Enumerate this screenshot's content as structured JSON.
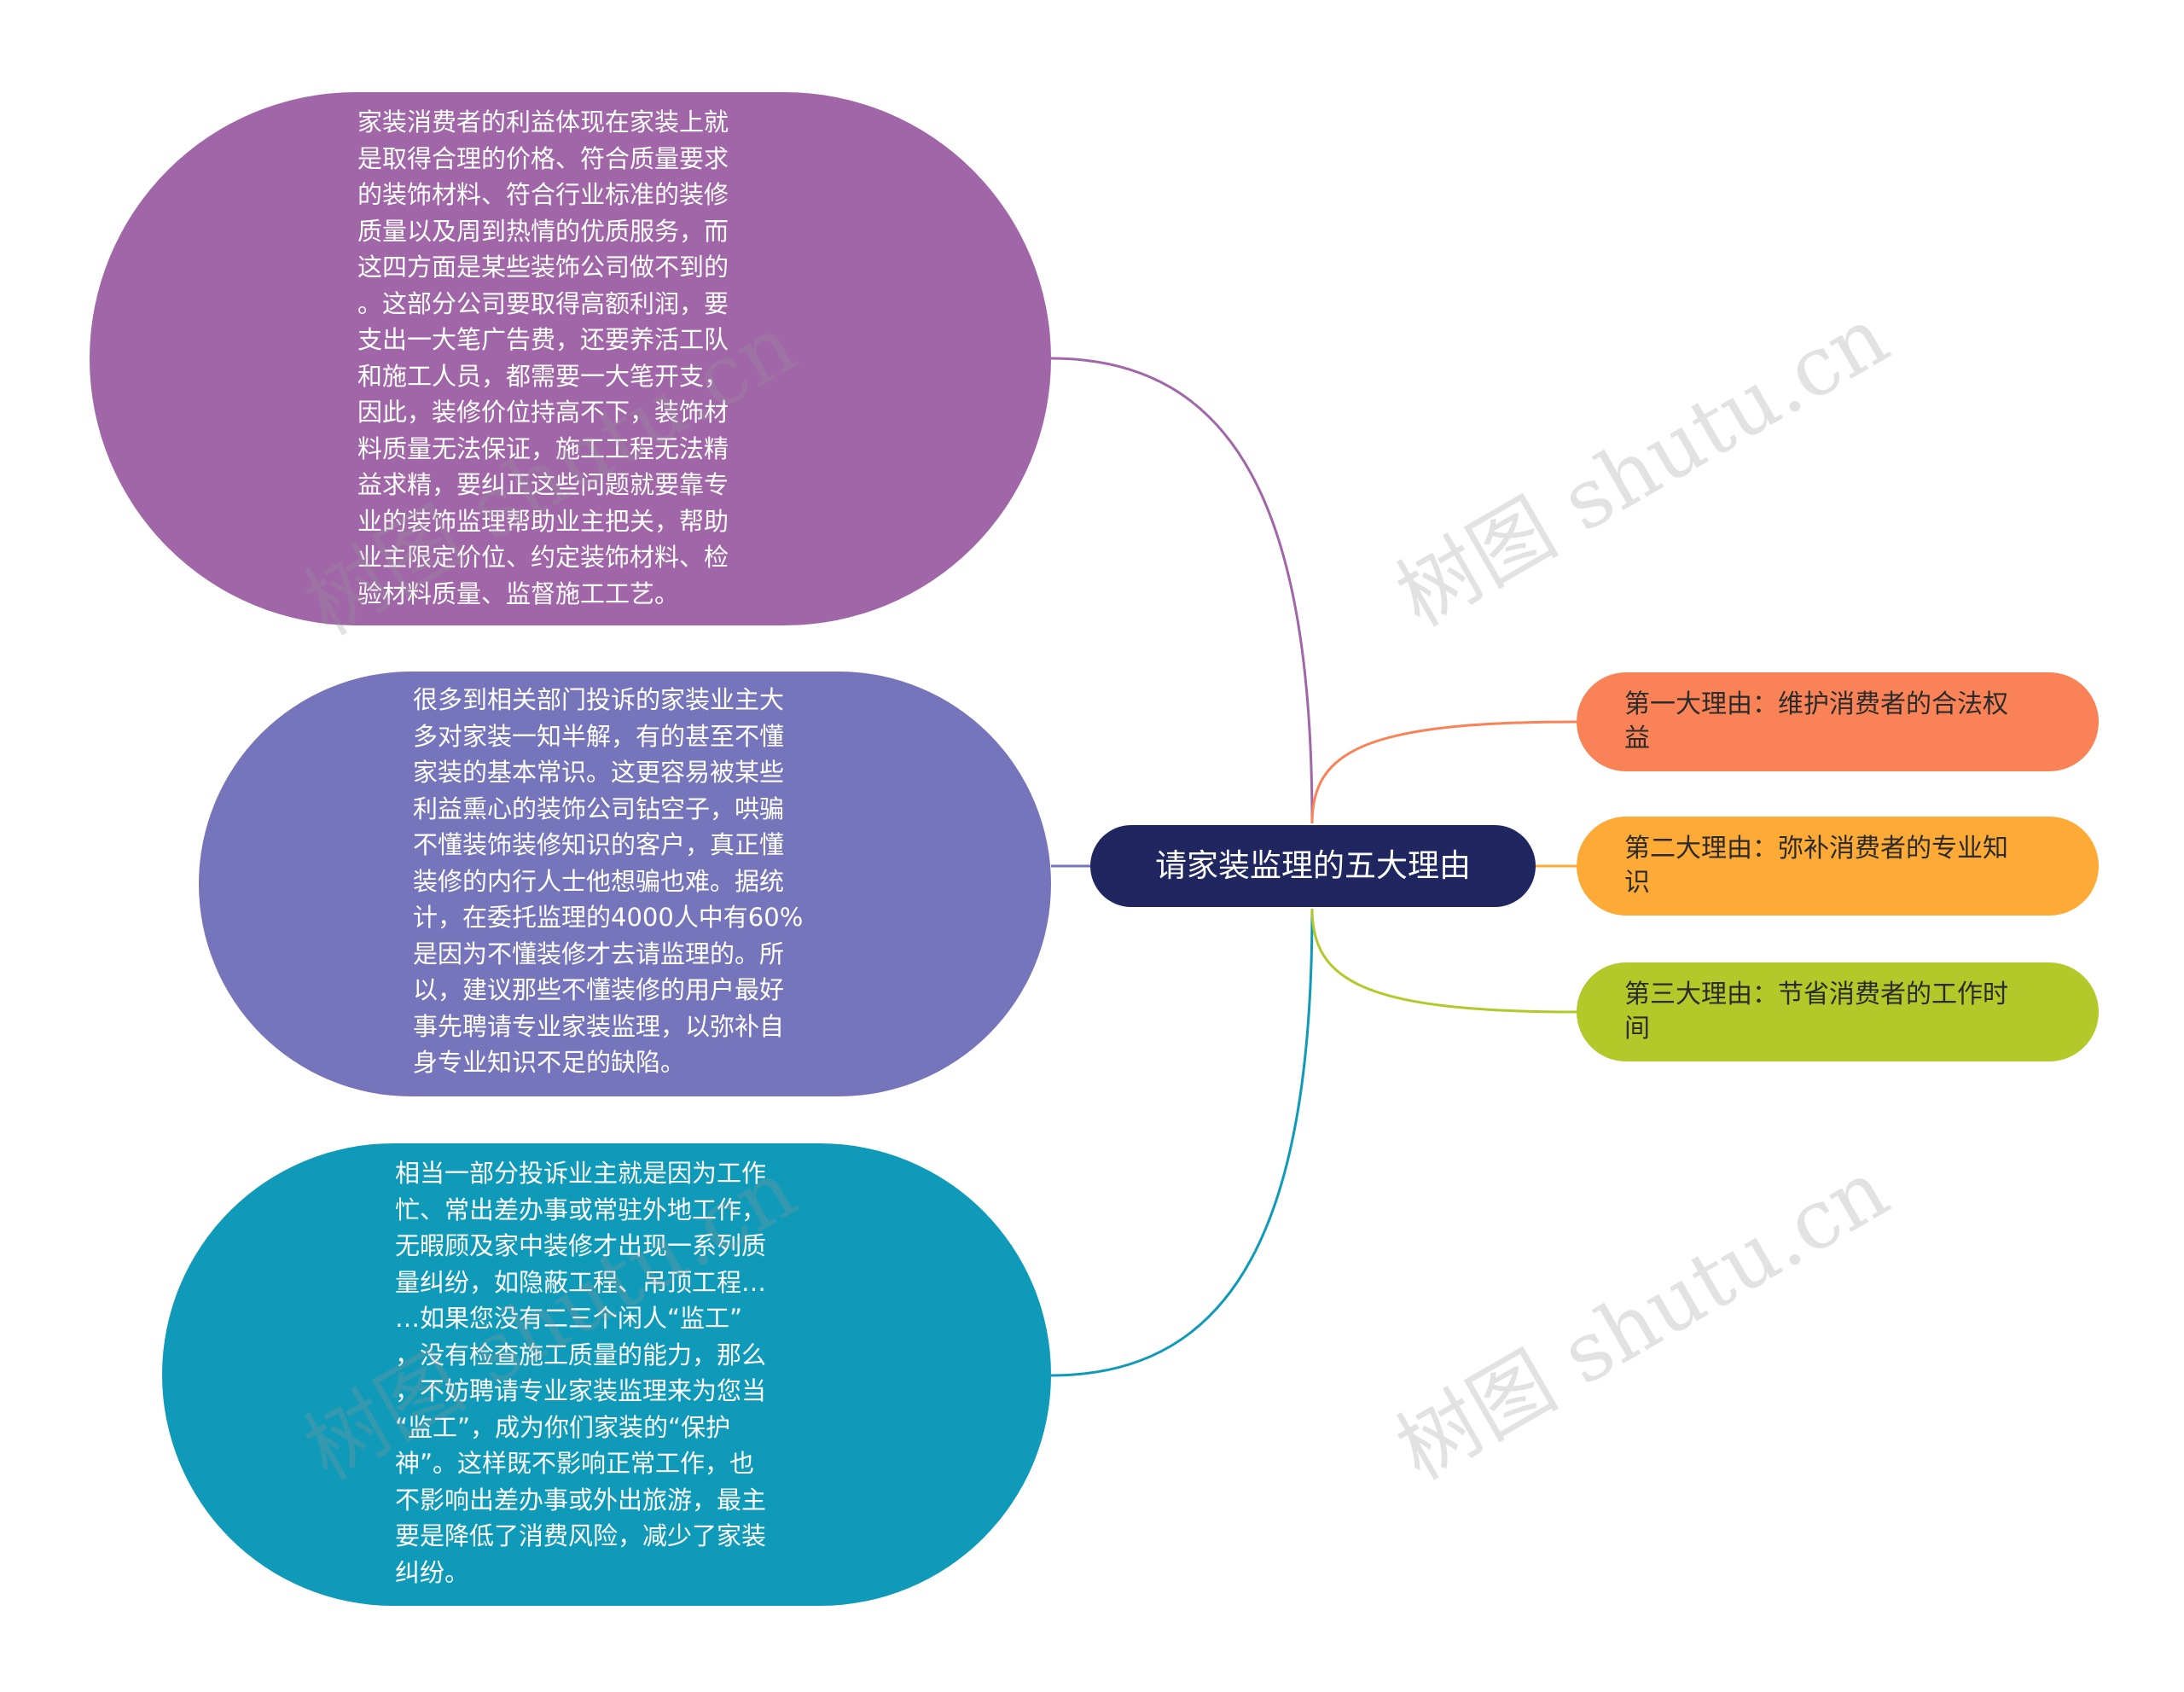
{
  "center": {
    "label": "请家装监理的五大理由",
    "color": "#1f2660"
  },
  "left_nodes": [
    {
      "color": "#a066a8",
      "text": "家装消费者的利益体现在家装上就\n是取得合理的价格、符合质量要求\n的装饰材料、符合行业标准的装修\n质量以及周到热情的优质服务，而\n这四方面是某些装饰公司做不到的\n。这部分公司要取得高额利润，要\n支出一大笔广告费，还要养活工队\n和施工人员，都需要一大笔开支，\n因此，装修价位持高不下，装饰材\n料质量无法保证，施工工程无法精\n益求精，要纠正这些问题就要靠专\n业的装饰监理帮助业主把关，帮助\n业主限定价位、约定装饰材料、检\n验材料质量、监督施工工艺。"
    },
    {
      "color": "#7674ba",
      "text": "很多到相关部门投诉的家装业主大\n多对家装一知半解，有的甚至不懂\n家装的基本常识。这更容易被某些\n利益熏心的装饰公司钻空子，哄骗\n不懂装饰装修知识的客户，真正懂\n装修的内行人士他想骗也难。据统\n计，在委托监理的4000人中有60%\n是因为不懂装修才去请监理的。所\n以，建议那些不懂装修的用户最好\n事先聘请专业家装监理，以弥补自\n身专业知识不足的缺陷。"
    },
    {
      "color": "#0e9ab8",
      "text": "相当一部分投诉业主就是因为工作\n忙、常出差办事或常驻外地工作，\n无暇顾及家中装修才出现一系列质\n量纠纷，如隐蔽工程、吊顶工程…\n…如果您没有二三个闲人“监工”\n，没有检查施工质量的能力，那么\n，不妨聘请专业家装监理来为您当\n“监工”，成为你们家装的“保护\n神”。这样既不影响正常工作，也\n不影响出差办事或外出旅游，最主\n要是降低了消费风险，减少了家装\n纠纷。"
    }
  ],
  "right_nodes": [
    {
      "color": "#f98257",
      "label": "第一大理由：维护消费者的合法权\n益"
    },
    {
      "color": "#fdaa36",
      "label": "第二大理由：弥补消费者的专业知\n识"
    },
    {
      "color": "#b3c829",
      "label": "第三大理由：节省消费者的工作时\n间"
    }
  ],
  "watermark": "树图 shutu.cn"
}
